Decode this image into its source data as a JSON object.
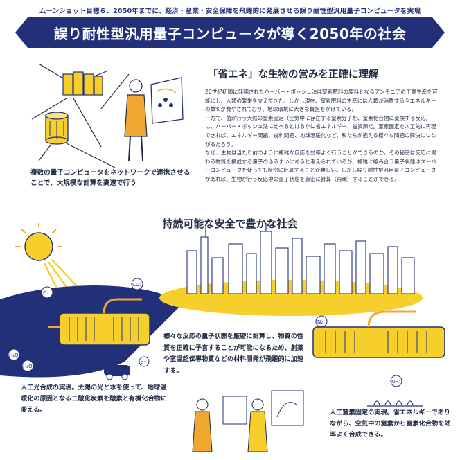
{
  "header": {
    "subtitle": "ムーンショット目標６．2050年までに、経済・産業・安全保障を飛躍的に発展させる誤り耐性型汎用量子コンピュータを実現",
    "title": "誤り耐性型汎用量子コンピュータが導く2050年の社会"
  },
  "top_section": {
    "heading": "「省エネ」な生物の営みを正確に理解",
    "paragraphs": [
      "20世紀初頭に発明されたハーバー・ボッシュ法は窒素肥料の原料となるアンモニアの工業生産を可能にし、人類の繁栄を支えてきた。しかし現在、窒素肥料の生産には人類が消費する全エネルギーの数%が費やされており、地球環境に大きな負担をかけている。",
      "一方で、菌が行う天然の窒素固定（空気中に存在する窒素分子を、窒素化合物に変換する反応）は、ハーバー・ボッシュ法に比べるとはるかに省エネルギー、省資源だ。窒素固定を人工的に再現できれば、エネルギー問題、食料問題、地球温暖化など、私たちが抱える様々な問題の解決につながるだろう。",
      "なぜ、生物は当たり前のように複雑な反応を効率よく行うことができるのか。その秘密は反応に関わる物質を構成する量子のふるまいにあると考えられているが、複雑に絡み合う量子状態はスーパーコンピュータを使っても厳密に計算することが難しい。しかし誤り耐性型汎用量子コンピュータがあれば、生物が行う反応中の量子状態を厳密に計算（再現）することができる。"
    ],
    "illustration_caption": "複数の量子コンピュータをネットワークで連携させることで、大規模な計算を高速で行う"
  },
  "bottom_section": {
    "heading": "持続可能な安全で豊かな社会",
    "center_caption": "様々な反応の量子状態を厳密に計算し、物質の性質を正確に予言することが可能になるため、創薬や室温超伝導物質などの材料開発が飛躍的に加速する。",
    "left_caption": "人工光合成の実現。太陽の光と水を使って、地球温暖化の原因となる二酸化炭素を酸素と有機化合物に変える。",
    "right_caption": "人工窒素固定の実現。省エネルギーでありながら、空気中の窒素から窒素化合物を効率よく合成できる。",
    "molecule_labels": {
      "o2": "O₂",
      "co2": "CO₂",
      "h2o": "H₂O",
      "n2": "N₂",
      "nh3": "NH₃",
      "e": "e⁻"
    }
  },
  "colors": {
    "navy": "#22307a",
    "yellow": "#f6cf2b",
    "orange": "#f0a830",
    "light_blue": "#dfe6f6",
    "text": "#1f2a44"
  }
}
